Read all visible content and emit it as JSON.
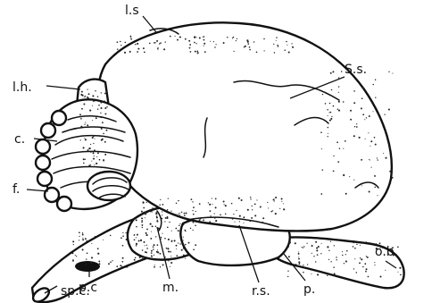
{
  "labels": {
    "ls": "l.s",
    "lh": "l.h.",
    "c": "c.",
    "f": "f.",
    "pc": "p.c",
    "spc": "sp.c.",
    "m": "m.",
    "rs": "r.s.",
    "p": "p.",
    "ss": "S.s.",
    "ob": "o.b."
  }
}
